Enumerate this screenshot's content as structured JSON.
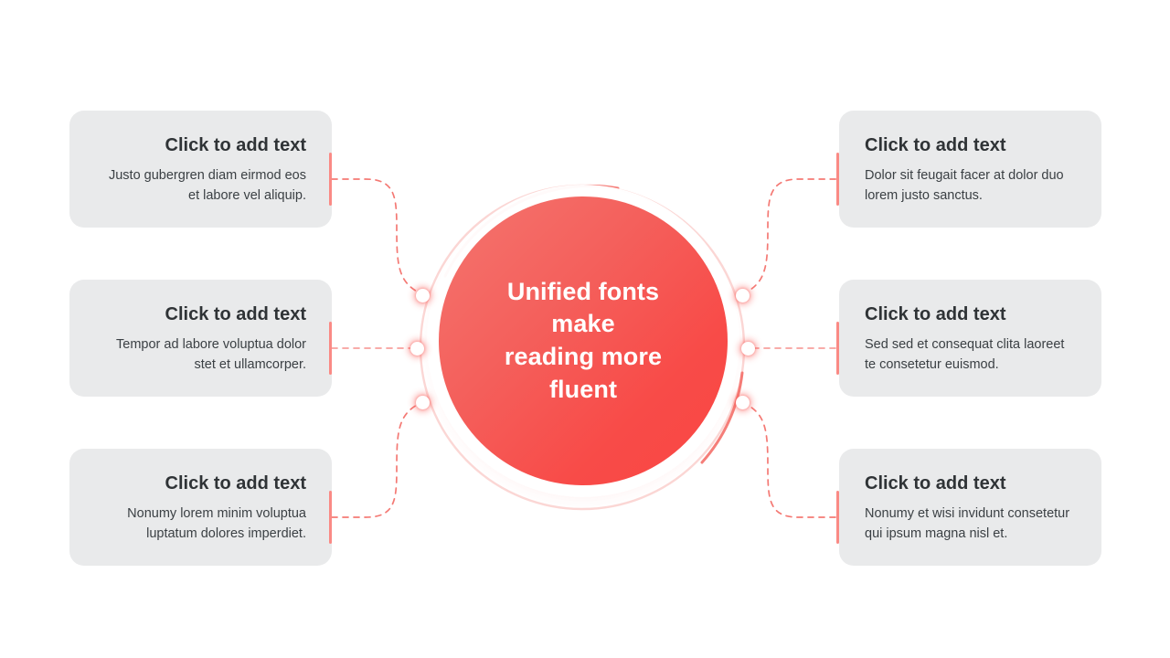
{
  "slide": {
    "background_color": "#ffffff",
    "accent_color": "#fa4643",
    "accent_light_color": "#fa8a85",
    "card_background_color": "#e9eaeb",
    "heading_color": "#2f3336",
    "body_color": "#3b4044"
  },
  "hub": {
    "text": "Unified fonts\nmake\nreading more\nfluent",
    "text_color": "#ffffff",
    "gradient_from": "#f4756f",
    "gradient_to": "#fa4643"
  },
  "cards": [
    {
      "id": "top-left",
      "side": "left",
      "title": "Click to add text",
      "body": "Justo gubergren diam eirmod eos et labore vel aliquip."
    },
    {
      "id": "middle-left",
      "side": "left",
      "title": "Click to add text",
      "body": "Tempor ad labore voluptua dolor stet et ullamcorper."
    },
    {
      "id": "bottom-left",
      "side": "left",
      "title": "Click to add text",
      "body": "Nonumy lorem minim voluptua luptatum dolores imperdiet."
    },
    {
      "id": "top-right",
      "side": "right",
      "title": "Click to add text",
      "body": "Dolor sit feugait facer at dolor duo lorem justo sanctus."
    },
    {
      "id": "middle-right",
      "side": "right",
      "title": "Click to add text",
      "body": "Sed sed et consequat clita laoreet te consetetur euismod."
    },
    {
      "id": "bottom-right",
      "side": "right",
      "title": "Click to add text",
      "body": "Nonumy et wisi invidunt consetetur qui ipsum magna nisl et."
    }
  ]
}
